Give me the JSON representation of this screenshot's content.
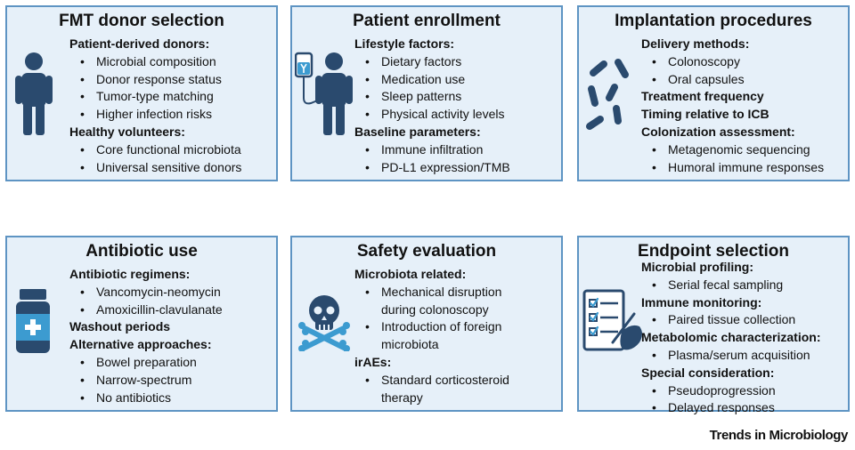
{
  "panels": [
    {
      "title": "FMT donor selection",
      "icon": "person-icon",
      "items": [
        {
          "type": "head",
          "text": "Patient-derived donors:"
        },
        {
          "type": "bullet",
          "text": "Microbial composition"
        },
        {
          "type": "bullet",
          "text": "Donor response status"
        },
        {
          "type": "bullet",
          "text": "Tumor-type matching"
        },
        {
          "type": "bullet",
          "text": "Higher infection risks"
        },
        {
          "type": "head",
          "text": "Healthy volunteers:"
        },
        {
          "type": "bullet",
          "text": "Core functional microbiota"
        },
        {
          "type": "bullet",
          "text": "Universal sensitive donors"
        }
      ]
    },
    {
      "title": "Patient enrollment",
      "icon": "patient-iv-drip-icon",
      "items": [
        {
          "type": "head",
          "text": "Lifestyle factors:"
        },
        {
          "type": "bullet",
          "text": "Dietary factors"
        },
        {
          "type": "bullet",
          "text": "Medication use"
        },
        {
          "type": "bullet",
          "text": "Sleep patterns"
        },
        {
          "type": "bullet",
          "text": "Physical activity levels"
        },
        {
          "type": "head",
          "text": "Baseline parameters:"
        },
        {
          "type": "bullet",
          "text": "Immune infiltration"
        },
        {
          "type": "bullet",
          "text": "PD-L1 expression/TMB"
        }
      ]
    },
    {
      "title": "Implantation procedures",
      "icon": "bacteria-icon",
      "items": [
        {
          "type": "head",
          "text": "Delivery methods:"
        },
        {
          "type": "bullet",
          "text": "Colonoscopy"
        },
        {
          "type": "bullet",
          "text": "Oral capsules"
        },
        {
          "type": "head",
          "text": "Treatment frequency"
        },
        {
          "type": "head",
          "text": "Timing relative to ICB"
        },
        {
          "type": "head",
          "text": "Colonization assessment:"
        },
        {
          "type": "bullet",
          "text": "Metagenomic sequencing"
        },
        {
          "type": "bullet",
          "text": "Humoral immune responses"
        }
      ]
    },
    {
      "title": "Antibiotic use",
      "icon": "medicine-bottle-icon",
      "items": [
        {
          "type": "head",
          "text": "Antibiotic regimens:"
        },
        {
          "type": "bullet",
          "text": "Vancomycin-neomycin"
        },
        {
          "type": "bullet",
          "text": "Amoxicillin-clavulanate"
        },
        {
          "type": "head",
          "text": "Washout periods"
        },
        {
          "type": "head",
          "text": "Alternative approaches:"
        },
        {
          "type": "bullet",
          "text": "Bowel preparation"
        },
        {
          "type": "bullet",
          "text": "Narrow-spectrum"
        },
        {
          "type": "bullet",
          "text": "No antibiotics"
        }
      ]
    },
    {
      "title": "Safety evaluation",
      "icon": "skull-crossbones-icon",
      "items": [
        {
          "type": "head",
          "text": "Microbiota related:"
        },
        {
          "type": "bullet",
          "text": "Mechanical disruption"
        },
        {
          "type": "cont",
          "text": "during colonoscopy"
        },
        {
          "type": "bullet",
          "text": "Introduction of foreign"
        },
        {
          "type": "cont",
          "text": "microbiota"
        },
        {
          "type": "head",
          "text": "irAEs:"
        },
        {
          "type": "bullet",
          "text": "Standard corticosteroid"
        },
        {
          "type": "cont",
          "text": "therapy"
        }
      ]
    },
    {
      "title": "Endpoint selection",
      "icon": "checklist-icon",
      "items": [
        {
          "type": "head",
          "text": "Microbial profiling:"
        },
        {
          "type": "bullet",
          "text": "Serial fecal sampling"
        },
        {
          "type": "head",
          "text": "Immune monitoring:"
        },
        {
          "type": "bullet",
          "text": "Paired tissue collection"
        },
        {
          "type": "head",
          "text": "Metabolomic characterization:"
        },
        {
          "type": "bullet",
          "text": "Plasma/serum acquisition"
        },
        {
          "type": "head",
          "text": "Special consideration:"
        },
        {
          "type": "bullet",
          "text": "Pseudoprogression"
        },
        {
          "type": "bullet",
          "text": "Delayed responses"
        }
      ]
    }
  ],
  "credit": "Trends in Microbiology",
  "colors": {
    "panel_fill": "#e6f0f9",
    "panel_border": "#5e94c3",
    "icon_dark": "#2a4a6e",
    "icon_accent": "#3c9bd0"
  }
}
